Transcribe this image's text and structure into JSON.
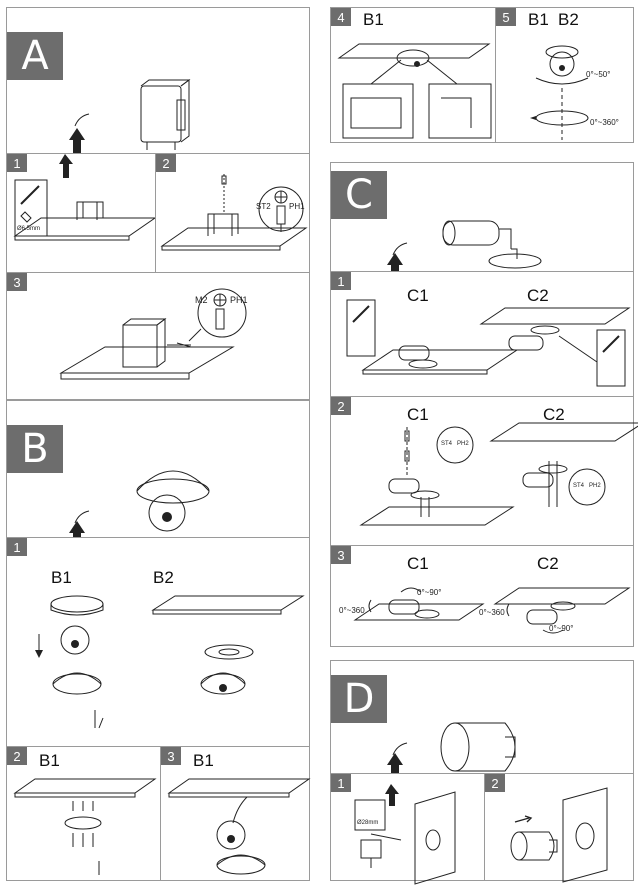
{
  "sections": {
    "a": {
      "letter": "A",
      "steps": [
        "1",
        "2",
        "3"
      ]
    },
    "b": {
      "letter": "B",
      "steps": [
        "1",
        "2",
        "3",
        "4",
        "5"
      ]
    },
    "c": {
      "letter": "C",
      "steps": [
        "1",
        "2",
        "3"
      ]
    },
    "d": {
      "letter": "D",
      "steps": [
        "1",
        "2"
      ]
    }
  },
  "labels": {
    "b1": "B1",
    "b2": "B2",
    "c1": "C1",
    "c2": "C2"
  },
  "callouts": {
    "st2": "ST2",
    "ph1": "PH1",
    "m2": "M2",
    "st4": "ST4",
    "ph2": "PH2",
    "drill_6": "Ø6.5mm",
    "drill_28": "Ø28mm"
  },
  "angles": {
    "tilt_50": "0°~50°",
    "pan_360": "0°~360°",
    "tilt_90": "0°~90°",
    "pan_360_short": "0°~360"
  }
}
